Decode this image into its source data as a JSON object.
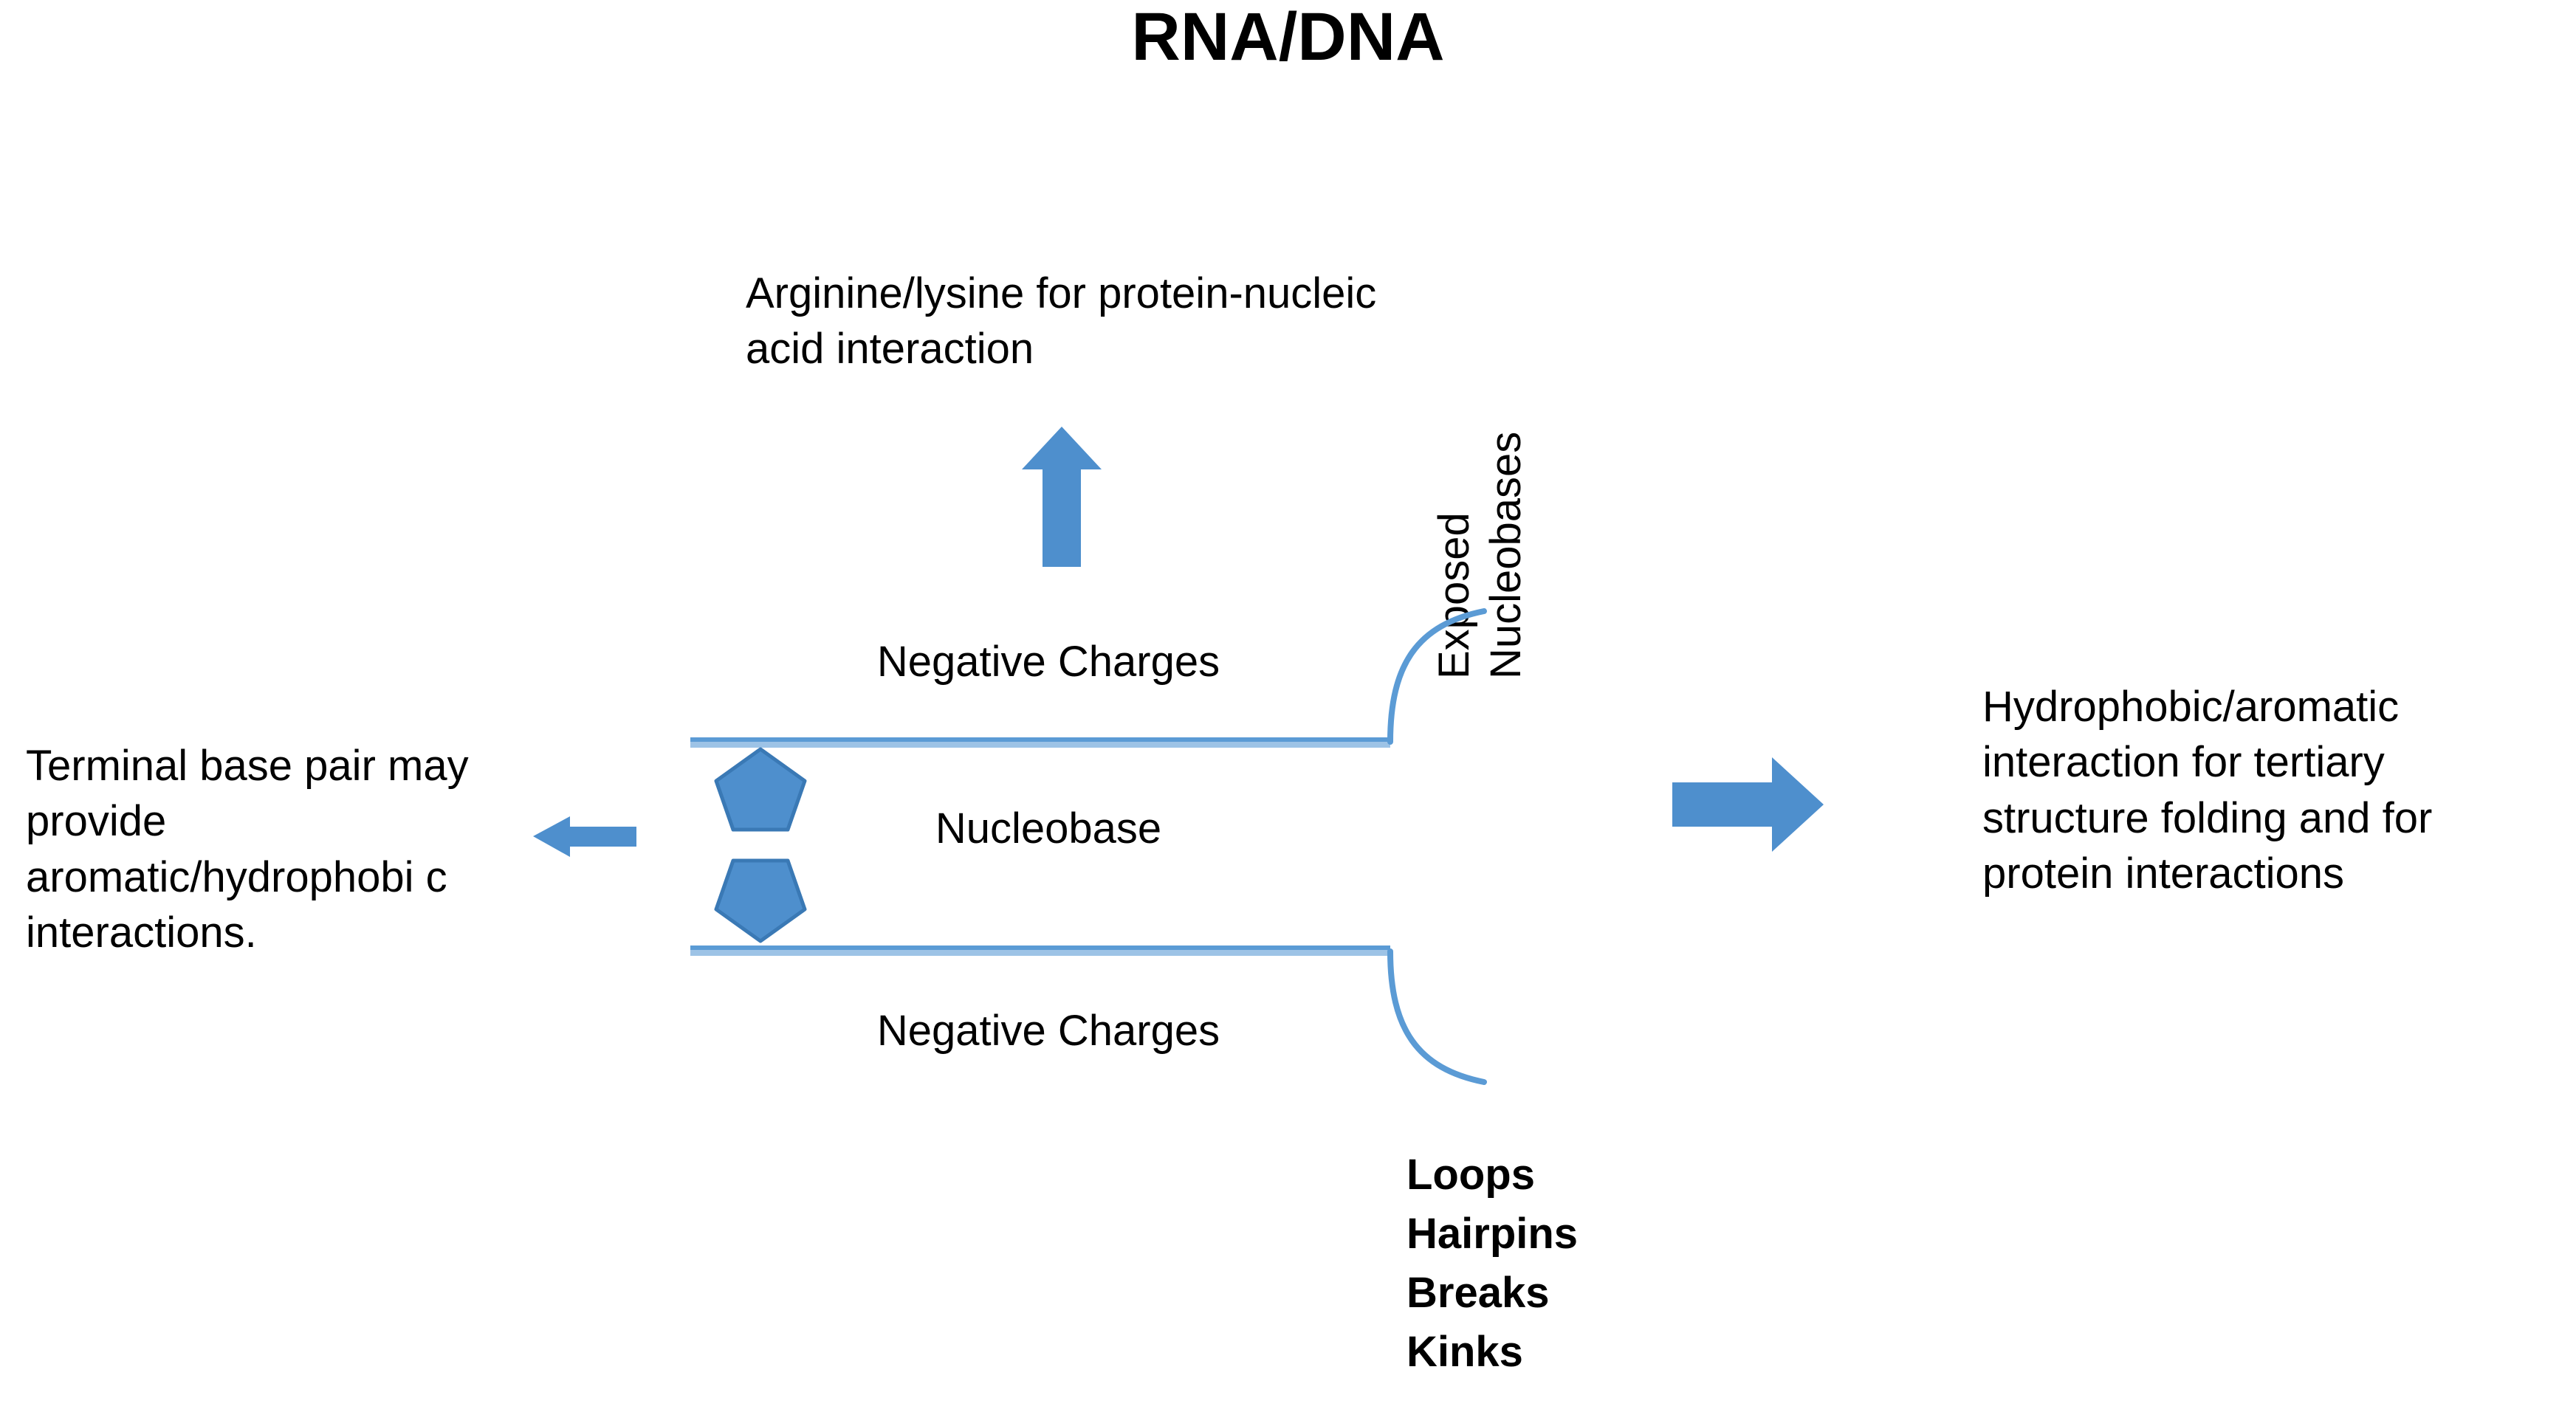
{
  "title": "RNA/DNA",
  "notes": {
    "top": "Arginine/lysine for protein-nucleic acid interaction",
    "left": "Terminal base pair may provide aromatic/hydrophobi c interactions.",
    "right": "Hydrophobic/aromatic interaction for tertiary structure folding and for protein interactions"
  },
  "duplex": {
    "negative_charges_top": "Negative Charges",
    "nucleobase": "Nucleobase",
    "negative_charges_bottom": "Negative Charges",
    "exposed_nucleobases": "Exposed\nNucleobases"
  },
  "motifs": [
    "Loops",
    "Hairpins",
    "Breaks",
    "Kinks"
  ],
  "colors": {
    "accent_blue": "#4e8fcd",
    "accent_blue_dark": "#3a79b5",
    "strand_light": "#9dc3e6",
    "strand_line": "#5b9bd5",
    "text": "#000000",
    "background": "#ffffff"
  },
  "shapes": {
    "pentagon_up": "pentagon-up",
    "pentagon_down": "pentagon-down",
    "arrow_up": "arrow-up",
    "arrow_left": "arrow-left",
    "arrow_right": "arrow-right",
    "strand_top": "strand-line-top",
    "strand_bottom": "strand-line-bottom",
    "flare_top": "flare-curve-top",
    "flare_bottom": "flare-curve-bottom"
  }
}
